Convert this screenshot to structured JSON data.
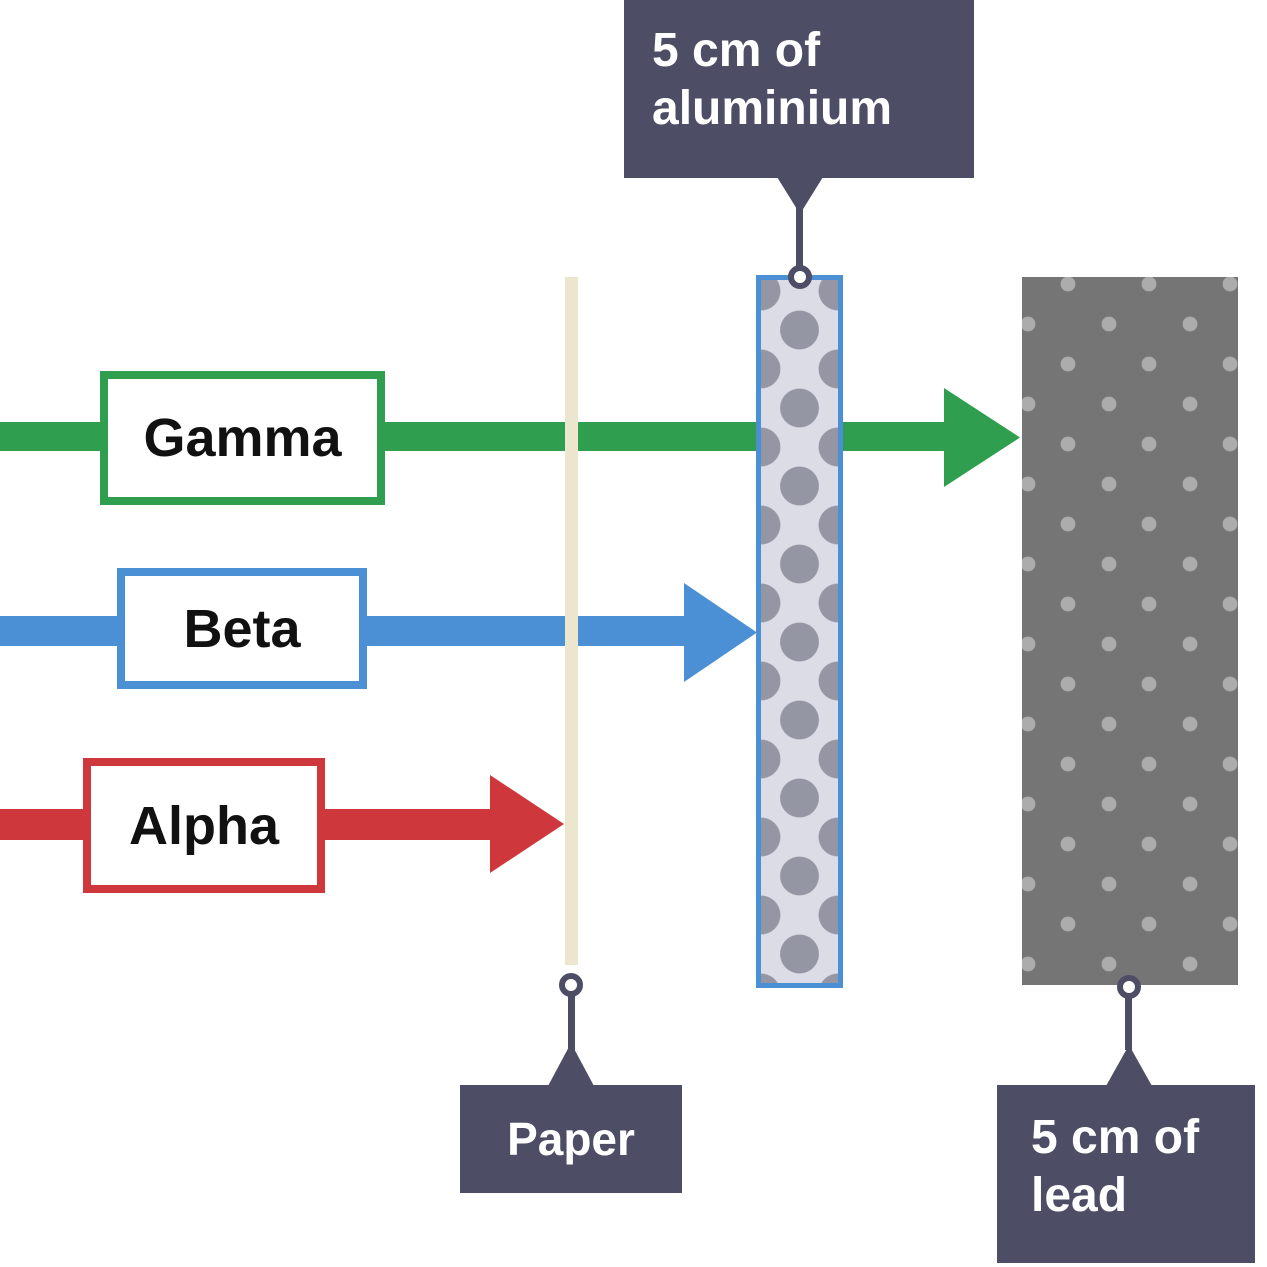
{
  "diagram": {
    "subject": "penetrating power of alpha, beta and gamma radiation",
    "colors": {
      "gamma_arrow": "#2F9E4F",
      "beta_arrow": "#4B90D5",
      "alpha_arrow": "#CE383D",
      "callout_background": "#4D4D66",
      "callout_text": "#FFFFFF",
      "paper_sheet": "#EDE6CF",
      "aluminium_fill": "#DCDCE7",
      "aluminium_dots": "#9596A4",
      "aluminium_border": "#4B90D5",
      "lead_fill": "#757575",
      "lead_dots": "#ACACAC",
      "ray_label_text": "#111111"
    }
  },
  "rays": [
    {
      "id": "gamma",
      "label": "Gamma",
      "color": "#2F9E4F",
      "passes_through": [
        "paper",
        "aluminium"
      ],
      "stopped_by": "lead"
    },
    {
      "id": "beta",
      "label": "Beta",
      "color": "#4B90D5",
      "passes_through": [
        "paper"
      ],
      "stopped_by": "aluminium"
    },
    {
      "id": "alpha",
      "label": "Alpha",
      "color": "#CE383D",
      "passes_through": [],
      "stopped_by": "paper"
    }
  ],
  "callouts": {
    "aluminium": {
      "lines": [
        "5 cm of",
        "aluminium"
      ]
    },
    "paper": {
      "lines": [
        "Paper"
      ]
    },
    "lead": {
      "lines": [
        "5 cm of",
        "lead"
      ]
    }
  }
}
